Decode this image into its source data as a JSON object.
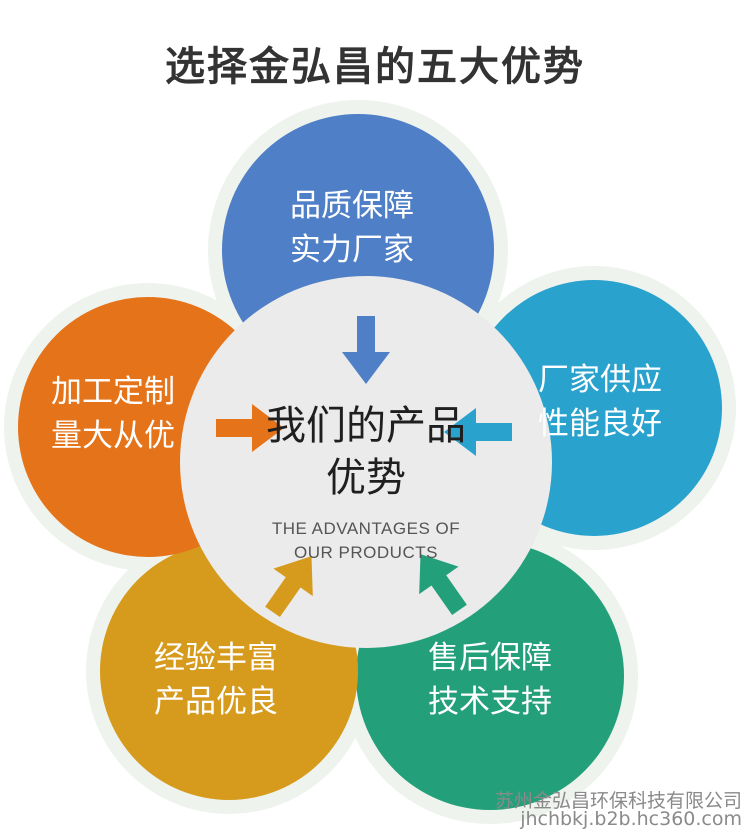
{
  "header": {
    "title": "选择金弘昌的五大优势"
  },
  "center": {
    "line1": "我们的产品",
    "line2": "优势",
    "en_line1": "THE ADVANTAGES OF",
    "en_line2": "OUR PRODUCTS"
  },
  "petals": [
    {
      "line1": "品质保障",
      "line2": "实力厂家",
      "color": "#4F7FC6"
    },
    {
      "line1": "厂家供应",
      "line2": "性能良好",
      "color": "#2AA2CE"
    },
    {
      "line1": "售后保障",
      "line2": "技术支持",
      "color": "#23A07A"
    },
    {
      "line1": "经验丰富",
      "line2": "产品优良",
      "color": "#D69B1C"
    },
    {
      "line1": "加工定制",
      "line2": "量大从优",
      "color": "#E5731A"
    }
  ],
  "colors": {
    "center_fill": "#EBEBEB",
    "ring": "#EEF3EE",
    "title": "#333333"
  },
  "icons": [
    "arrow-icon"
  ],
  "watermark": {
    "line1": "苏州金弘昌环保科技有限公司",
    "line2": "jhchbkj.b2b.hc360.com"
  }
}
